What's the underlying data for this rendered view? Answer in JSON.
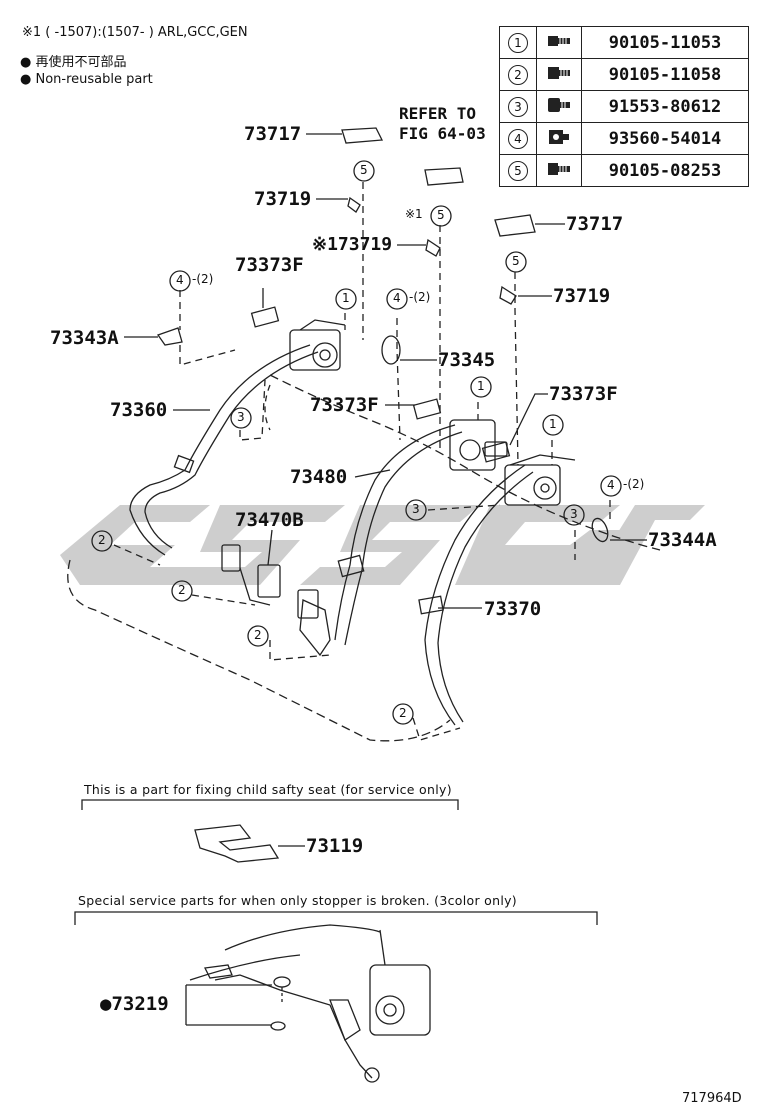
{
  "header": {
    "applicability": "※1 (      -1507):(1507-      ) ARL,GCC,GEN",
    "legend_jp": "● 再使用不可部品",
    "legend_en": "● Non-reusable part"
  },
  "fastener_table": [
    {
      "ref": "1",
      "part_no": "90105-11053"
    },
    {
      "ref": "2",
      "part_no": "90105-11058"
    },
    {
      "ref": "3",
      "part_no": "91553-80612"
    },
    {
      "ref": "4",
      "part_no": "93560-54014"
    },
    {
      "ref": "5",
      "part_no": "90105-08253"
    }
  ],
  "refer_note": {
    "line1": "REFER TO",
    "line2": "FIG 64-03"
  },
  "part_labels": {
    "p73717_left": "73717",
    "p73717_right": "73717",
    "p73719_left": "73719",
    "p73719_mid": "※173719",
    "p73719_right": "73719",
    "p73373F_left": "73373F",
    "p73373F_mid": "73373F",
    "p73373F_right": "73373F",
    "p73343A": "73343A",
    "p73345": "73345",
    "p73360": "73360",
    "p73480": "73480",
    "p73470B": "73470B",
    "p73344A": "73344A",
    "p73370": "73370",
    "p73119": "73119",
    "p73219": "●73219"
  },
  "callouts": {
    "c1": "1",
    "c2": "2",
    "c3": "3",
    "c4": "4",
    "c5": "5",
    "qty2": "-(2)",
    "mark_x1": "※1"
  },
  "section_child_seat": "This is a part for fixing child safty seat (for service only)",
  "section_stopper": "Special service parts for when only stopper is broken. (3color only)",
  "figure_id": "717964D"
}
